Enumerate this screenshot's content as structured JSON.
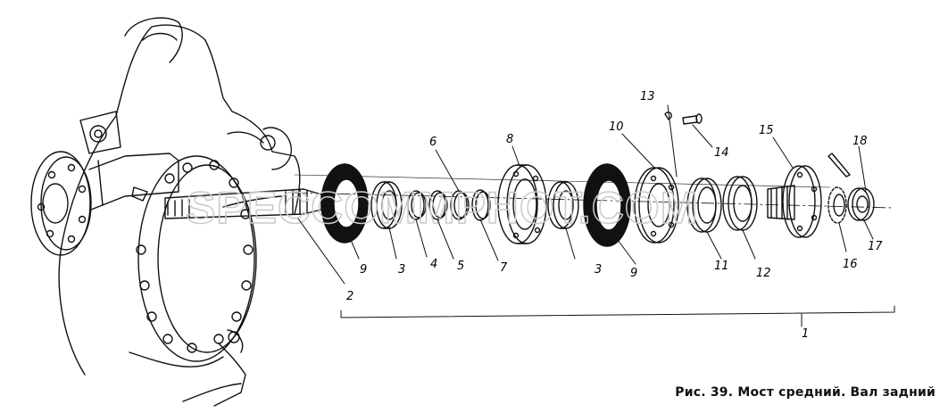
{
  "caption": "Рис. 39. Мост средний. Вал задний",
  "watermark": "SPECCOMMPHOT.COM",
  "callouts": {
    "c1": "1",
    "c2": "2",
    "c3a": "3",
    "c3b": "3",
    "c4": "4",
    "c5": "5",
    "c6": "6",
    "c7": "7",
    "c8": "8",
    "c9a": "9",
    "c9b": "9",
    "c10": "10",
    "c11": "11",
    "c12": "12",
    "c13": "13",
    "c14": "14",
    "c15": "15",
    "c16": "16",
    "c17": "17",
    "c18": "18"
  },
  "colors": {
    "ink": "#111111",
    "paper": "#ffffff",
    "watermark": "#c9c9c9"
  }
}
